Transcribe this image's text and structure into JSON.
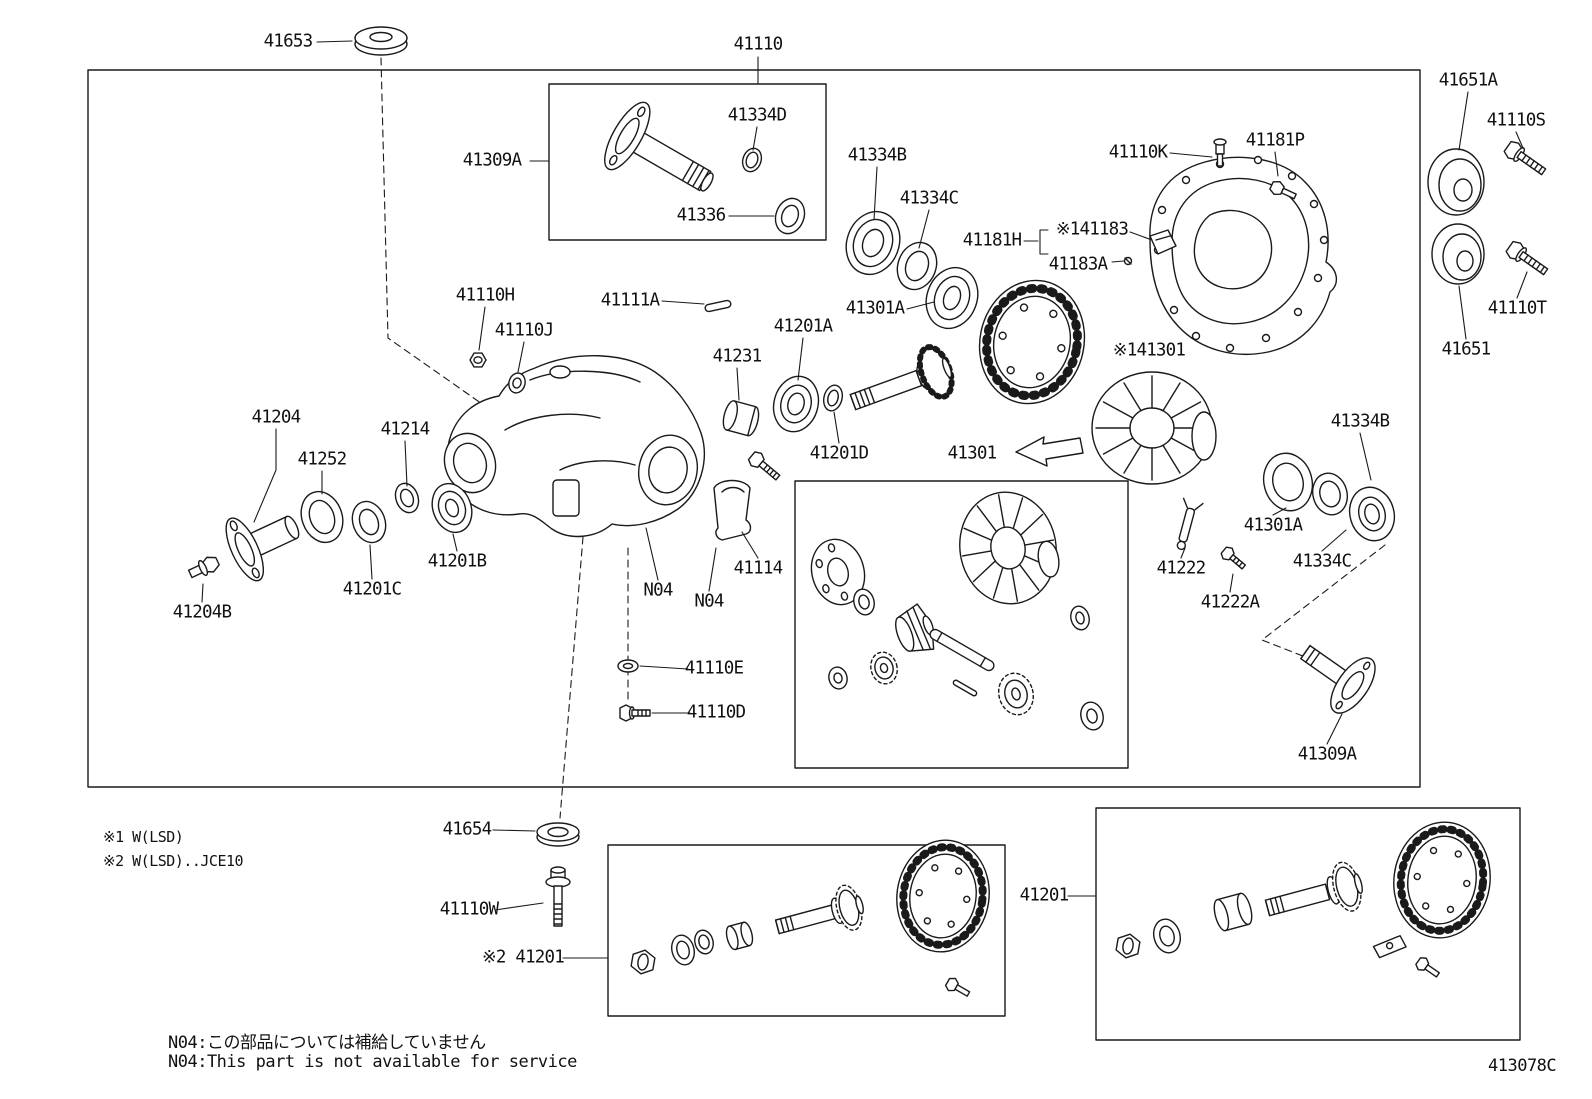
{
  "doc": {
    "footnote1": "※1 W(LSD)",
    "footnote2": "※2 W(LSD)..JCE10",
    "note_jp": "N04:この部品については補給していません",
    "note_en": "N04:This part is not available for service",
    "drawing_code": "413078C"
  },
  "parts": {
    "p41653": "41653",
    "p41110": "41110",
    "p41334d": "41334D",
    "p41309a_top": "41309A",
    "p41336": "41336",
    "p41334b_mid": "41334B",
    "p41334c_mid": "41334C",
    "p41110k": "41110K",
    "p41181p": "41181P",
    "p41181h": "41181H",
    "p41183": "※141183",
    "p41183a": "41183A",
    "p41301a_mid": "41301A",
    "p41111a": "41111A",
    "p41110h": "41110H",
    "p41110j": "41110J",
    "p41201a": "41201A",
    "p41231": "41231",
    "p41201d": "41201D",
    "p41301_lsd": "※141301",
    "p41651a": "41651A",
    "p41110s": "41110S",
    "p41110t": "41110T",
    "p41651": "41651",
    "p41334b_right": "41334B",
    "p41204": "41204",
    "p41252": "41252",
    "p41214": "41214",
    "p41201b": "41201B",
    "p41201c": "41201C",
    "p41204b": "41204B",
    "pn04_a": "N04",
    "pn04_b": "N04",
    "p41114": "41114",
    "p41301": "41301",
    "p41301a_right": "41301A",
    "p41334c_right": "41334C",
    "p41222": "41222",
    "p41222a": "41222A",
    "p41110e": "41110E",
    "p41110d": "41110D",
    "p41309a_bot": "41309A",
    "p41654": "41654",
    "p41110w": "41110W",
    "p41201_lsd": "※2 41201",
    "p41201_main": "41201"
  }
}
